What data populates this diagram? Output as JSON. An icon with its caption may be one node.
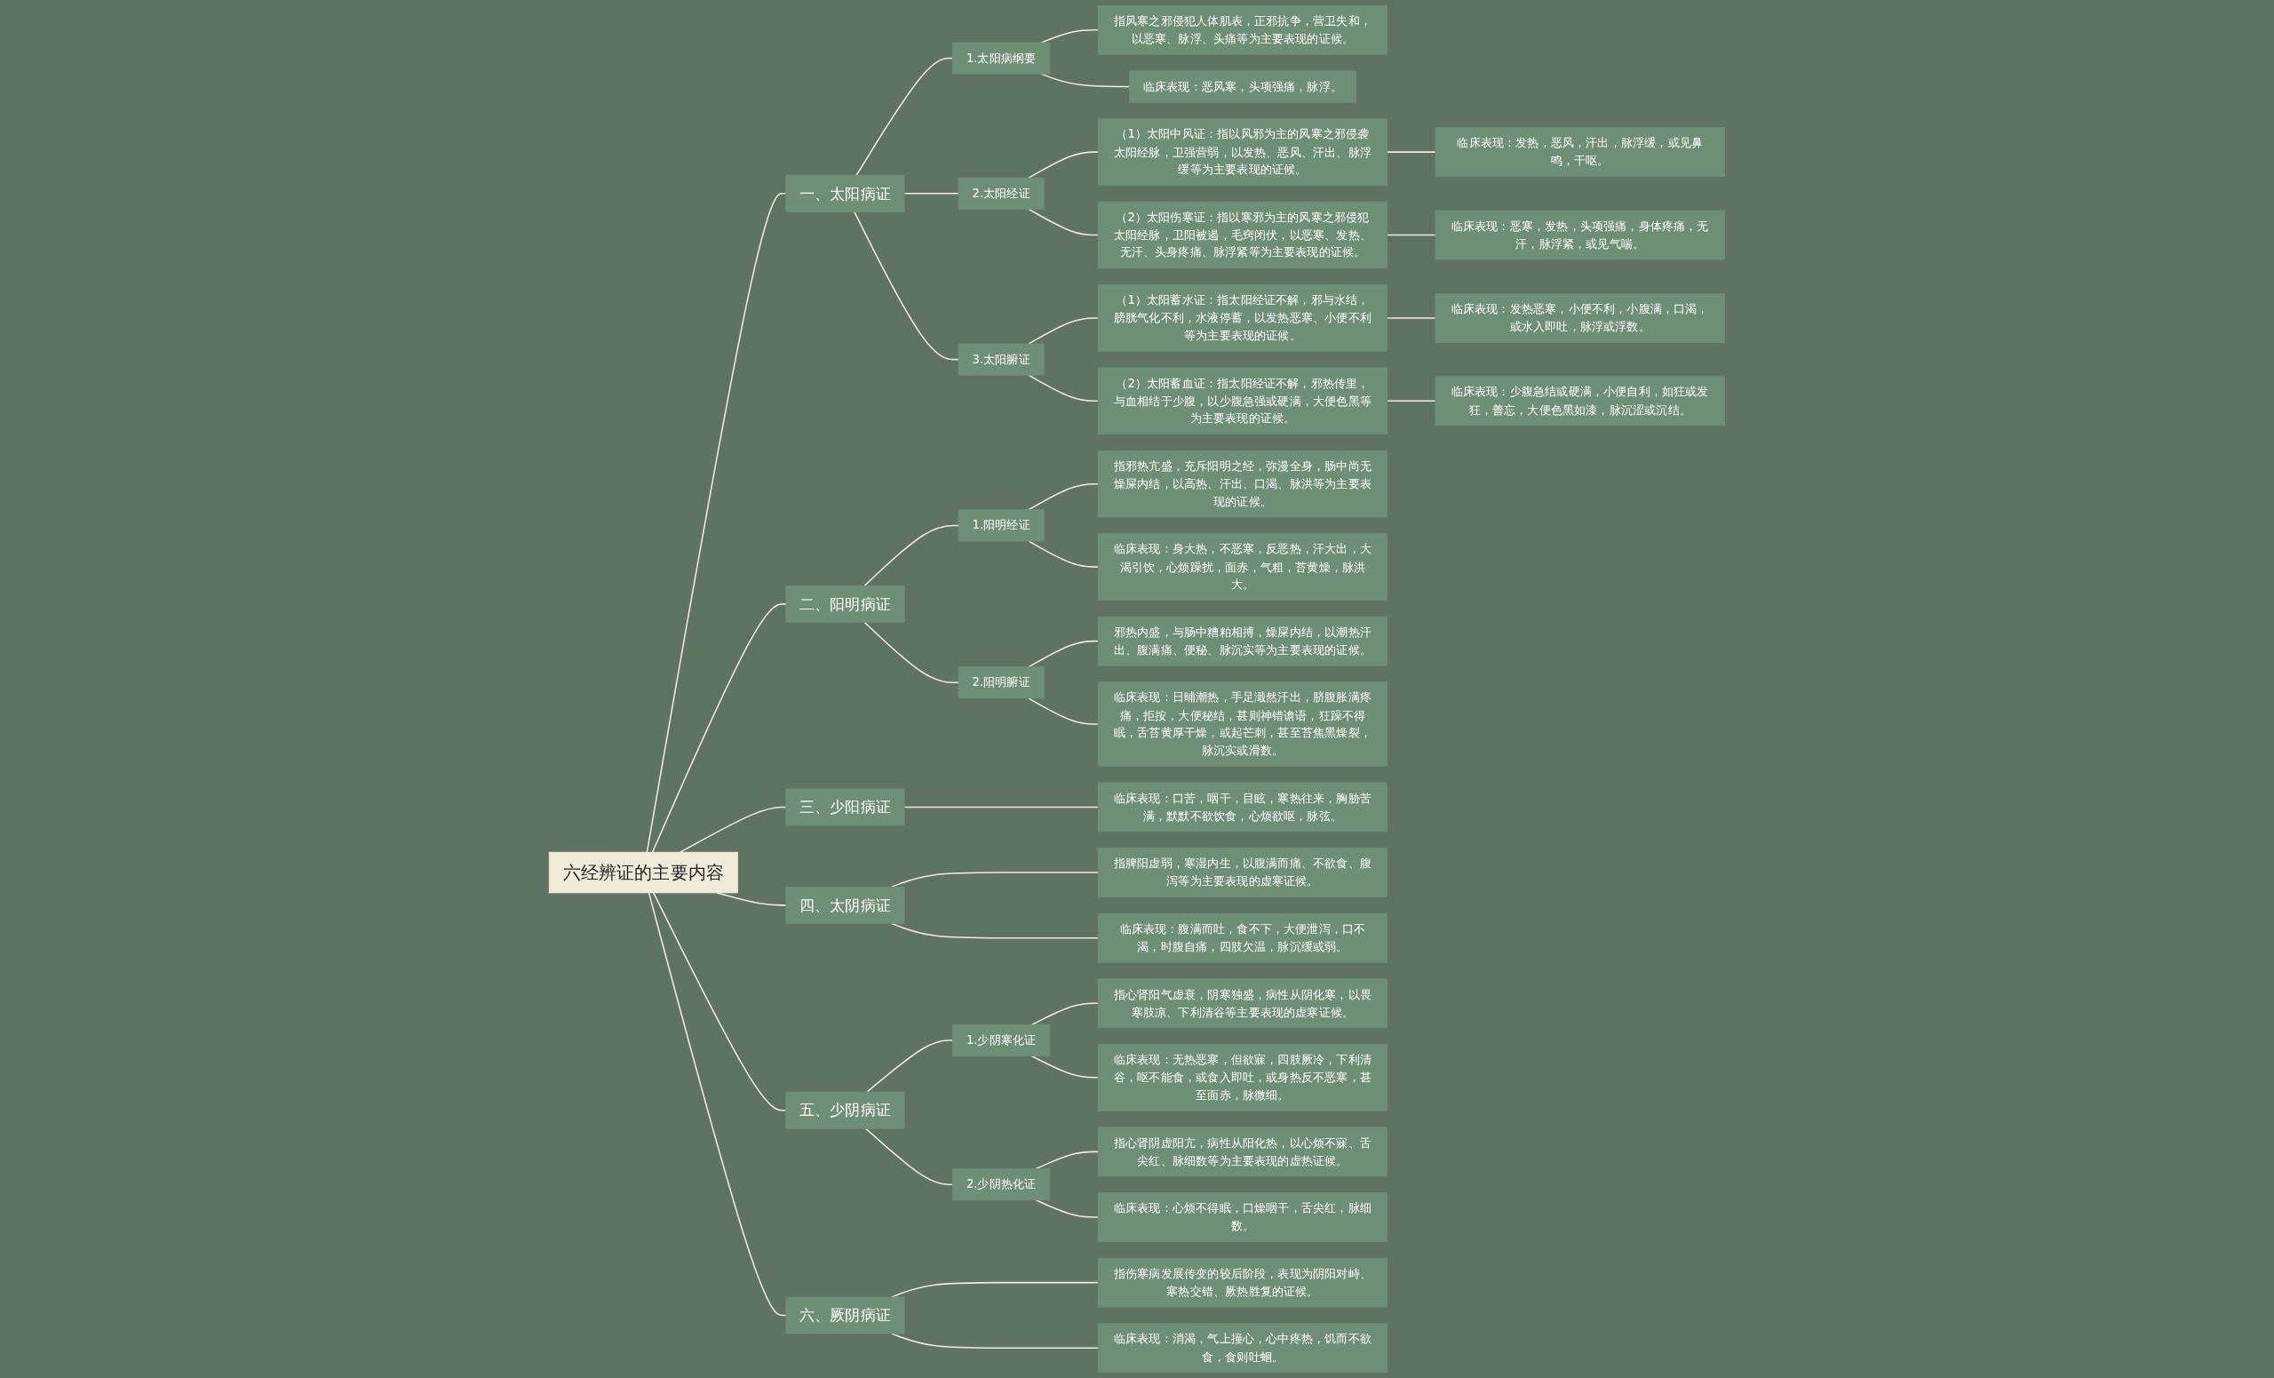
{
  "diagram": {
    "nodes": [
      {
        "text": [
          "六经辨证的主要内容"
        ]
      },
      {
        "text": [
          "一、太阳病证"
        ]
      },
      {
        "text": [
          "1.太阳病纲要"
        ]
      },
      {
        "text": [
          "指风寒之邪侵犯人体肌表，正邪抗争，营卫失和，以恶寒、脉浮、头痛等为主要表现的证候。"
        ]
      },
      {
        "text": [
          "临床表现：恶风寒，头项强痛，脉浮。"
        ]
      },
      {
        "text": [
          "2.太阳经证"
        ]
      },
      {
        "text": [
          "（1）太阳中风证：指以风邪为主的风寒之邪侵袭太阳经脉，卫强营弱，以发热、恶风、汗出、脉浮缓等为主要表现的证候。"
        ]
      },
      {
        "text": [
          "临床表现：发热，恶风，汗出，脉浮缓，或见鼻鸣，干呕。"
        ]
      },
      {
        "text": [
          "（2）太阳伤寒证：指以寒邪为主的风寒之邪侵犯太阳经脉，卫阳被遏，毛窍闭伏，以恶寒、发热、无汗、头身疼痛、脉浮紧等为主要表现的证候。"
        ]
      },
      {
        "text": [
          "临床表现：恶寒，发热，头项强痛，身体疼痛，无汗，脉浮紧，或见气喘。"
        ]
      },
      {
        "text": [
          "3.太阳腑证"
        ]
      },
      {
        "text": [
          "（1）太阳蓄水证：指太阳经证不解，邪与水结，膀胱气化不利，水液停蓄，以发热恶寒、小便不利等为主要表现的证候。"
        ]
      },
      {
        "text": [
          "临床表现：发热恶寒，小便不利，小腹满，口渴，或水入即吐，脉浮或浮数。"
        ]
      },
      {
        "text": [
          "（2）太阳蓄血证：指太阳经证不解，邪热传里，与血相结于少腹，以少腹急强或硬满，大便色黑等为主要表现的证候。"
        ]
      },
      {
        "text": [
          "临床表现：少腹急结或硬满，小便自利，如狂或发狂，善忘，大便色黑如漆，脉沉涩或沉结。"
        ]
      },
      {
        "text": [
          "二、阳明病证"
        ]
      },
      {
        "text": [
          "1.阳明经证"
        ]
      },
      {
        "text": [
          "指邪热亢盛，充斥阳明之经，弥漫全身，肠中尚无燥屎内结，以高热、汗出、口渴、脉洪等为主要表现的证候。"
        ]
      },
      {
        "text": [
          "临床表现：身大热，不恶寒，反恶热，汗大出，大渴引饮，心烦躁扰，面赤，气粗，苔黄燥，脉洪大。"
        ]
      },
      {
        "text": [
          "2.阳明腑证"
        ]
      },
      {
        "text": [
          "邪热内盛，与肠中糟粕相搏，燥屎内结，以潮热汗出、腹满痛、便秘、脉沉实等为主要表现的证候。"
        ]
      },
      {
        "text": [
          "临床表现：日晡潮热，手足濈然汗出，脐腹胀满疼痛，拒按，大便秘结，甚则神错谵语，狂躁不得眠，舌苔黄厚干燥，或起芒刺，甚至苔焦黑燥裂，脉沉实或滑数。"
        ]
      },
      {
        "text": [
          "三、少阳病证"
        ]
      },
      {
        "text": [
          "临床表现：口苦，咽干，目眩，寒热往来，胸胁苦满，默默不欲饮食，心烦欲呕，脉弦。"
        ]
      },
      {
        "text": [
          "四、太阴病证"
        ]
      },
      {
        "text": [
          "指脾阳虚弱，寒湿内生，以腹满而痛、不欲食、腹泻等为主要表现的虚寒证候。"
        ]
      },
      {
        "text": [
          "临床表现：腹满而吐，食不下，大便泄泻，口不渴，时腹自痛，四肢欠温，脉沉缓或弱。"
        ]
      },
      {
        "text": [
          "五、少阴病证"
        ]
      },
      {
        "text": [
          "1.少阴寒化证"
        ]
      },
      {
        "text": [
          "指心肾阳气虚衰，阴寒独盛，病性从阴化寒，以畏寒肢凉、下利清谷等主要表现的虚寒证候。"
        ]
      },
      {
        "text": [
          "临床表现：无热恶寒，但欲寐，四肢厥冷，下利清谷，呕不能食，或食入即吐，或身热反不恶寒，甚至面赤，脉微细。"
        ]
      },
      {
        "text": [
          "2.少阴热化证"
        ]
      },
      {
        "text": [
          "指心肾阴虚阳亢，病性从阳化热，以心烦不寐、舌尖红、脉细数等为主要表现的虚热证候。"
        ]
      },
      {
        "text": [
          "临床表现：心烦不得眠，口燥咽干，舌尖红，脉细数。"
        ]
      },
      {
        "text": [
          "六、厥阴病证"
        ]
      },
      {
        "text": [
          "指伤寒病发展传变的较后阶段，表现为阴阳对峙、寒热交错、厥热胜复的证候。"
        ]
      },
      {
        "text": [
          "临床表现：消渴，气上撞心，心中疼热，饥而不欲食，食则吐蛔。"
        ]
      }
    ],
    "edges": [
      {
        "from": 0,
        "to": 1,
        "arrow": "none"
      },
      {
        "from": 1,
        "to": 2,
        "arrow": "none"
      },
      {
        "from": 2,
        "to": 3,
        "arrow": "none"
      },
      {
        "from": 2,
        "to": 4,
        "arrow": "none"
      },
      {
        "from": 1,
        "to": 5,
        "arrow": "none"
      },
      {
        "from": 5,
        "to": 6,
        "arrow": "none"
      },
      {
        "from": 6,
        "to": 7,
        "arrow": "none"
      },
      {
        "from": 5,
        "to": 8,
        "arrow": "none"
      },
      {
        "from": 8,
        "to": 9,
        "arrow": "none"
      },
      {
        "from": 1,
        "to": 10,
        "arrow": "none"
      },
      {
        "from": 10,
        "to": 11,
        "arrow": "none"
      },
      {
        "from": 11,
        "to": 12,
        "arrow": "none"
      },
      {
        "from": 10,
        "to": 13,
        "arrow": "none"
      },
      {
        "from": 13,
        "to": 14,
        "arrow": "none"
      },
      {
        "from": 0,
        "to": 15,
        "arrow": "none"
      },
      {
        "from": 15,
        "to": 16,
        "arrow": "none"
      },
      {
        "from": 16,
        "to": 17,
        "arrow": "none"
      },
      {
        "from": 16,
        "to": 18,
        "arrow": "none"
      },
      {
        "from": 15,
        "to": 19,
        "arrow": "none"
      },
      {
        "from": 19,
        "to": 20,
        "arrow": "none"
      },
      {
        "from": 19,
        "to": 21,
        "arrow": "none"
      },
      {
        "from": 0,
        "to": 22,
        "arrow": "none"
      },
      {
        "from": 22,
        "to": 23,
        "arrow": "none"
      },
      {
        "from": 0,
        "to": 24,
        "arrow": "none"
      },
      {
        "from": 24,
        "to": 25,
        "arrow": "none"
      },
      {
        "from": 24,
        "to": 26,
        "arrow": "none"
      },
      {
        "from": 0,
        "to": 27,
        "arrow": "none"
      },
      {
        "from": 27,
        "to": 28,
        "arrow": "none"
      },
      {
        "from": 28,
        "to": 29,
        "arrow": "none"
      },
      {
        "from": 28,
        "to": 30,
        "arrow": "none"
      },
      {
        "from": 27,
        "to": 31,
        "arrow": "none"
      },
      {
        "from": 31,
        "to": 32,
        "arrow": "none"
      },
      {
        "from": 31,
        "to": 33,
        "arrow": "none"
      },
      {
        "from": 0,
        "to": 34,
        "arrow": "none"
      },
      {
        "from": 34,
        "to": 35,
        "arrow": "none"
      },
      {
        "from": 34,
        "to": 36,
        "arrow": "none"
      }
    ]
  }
}
